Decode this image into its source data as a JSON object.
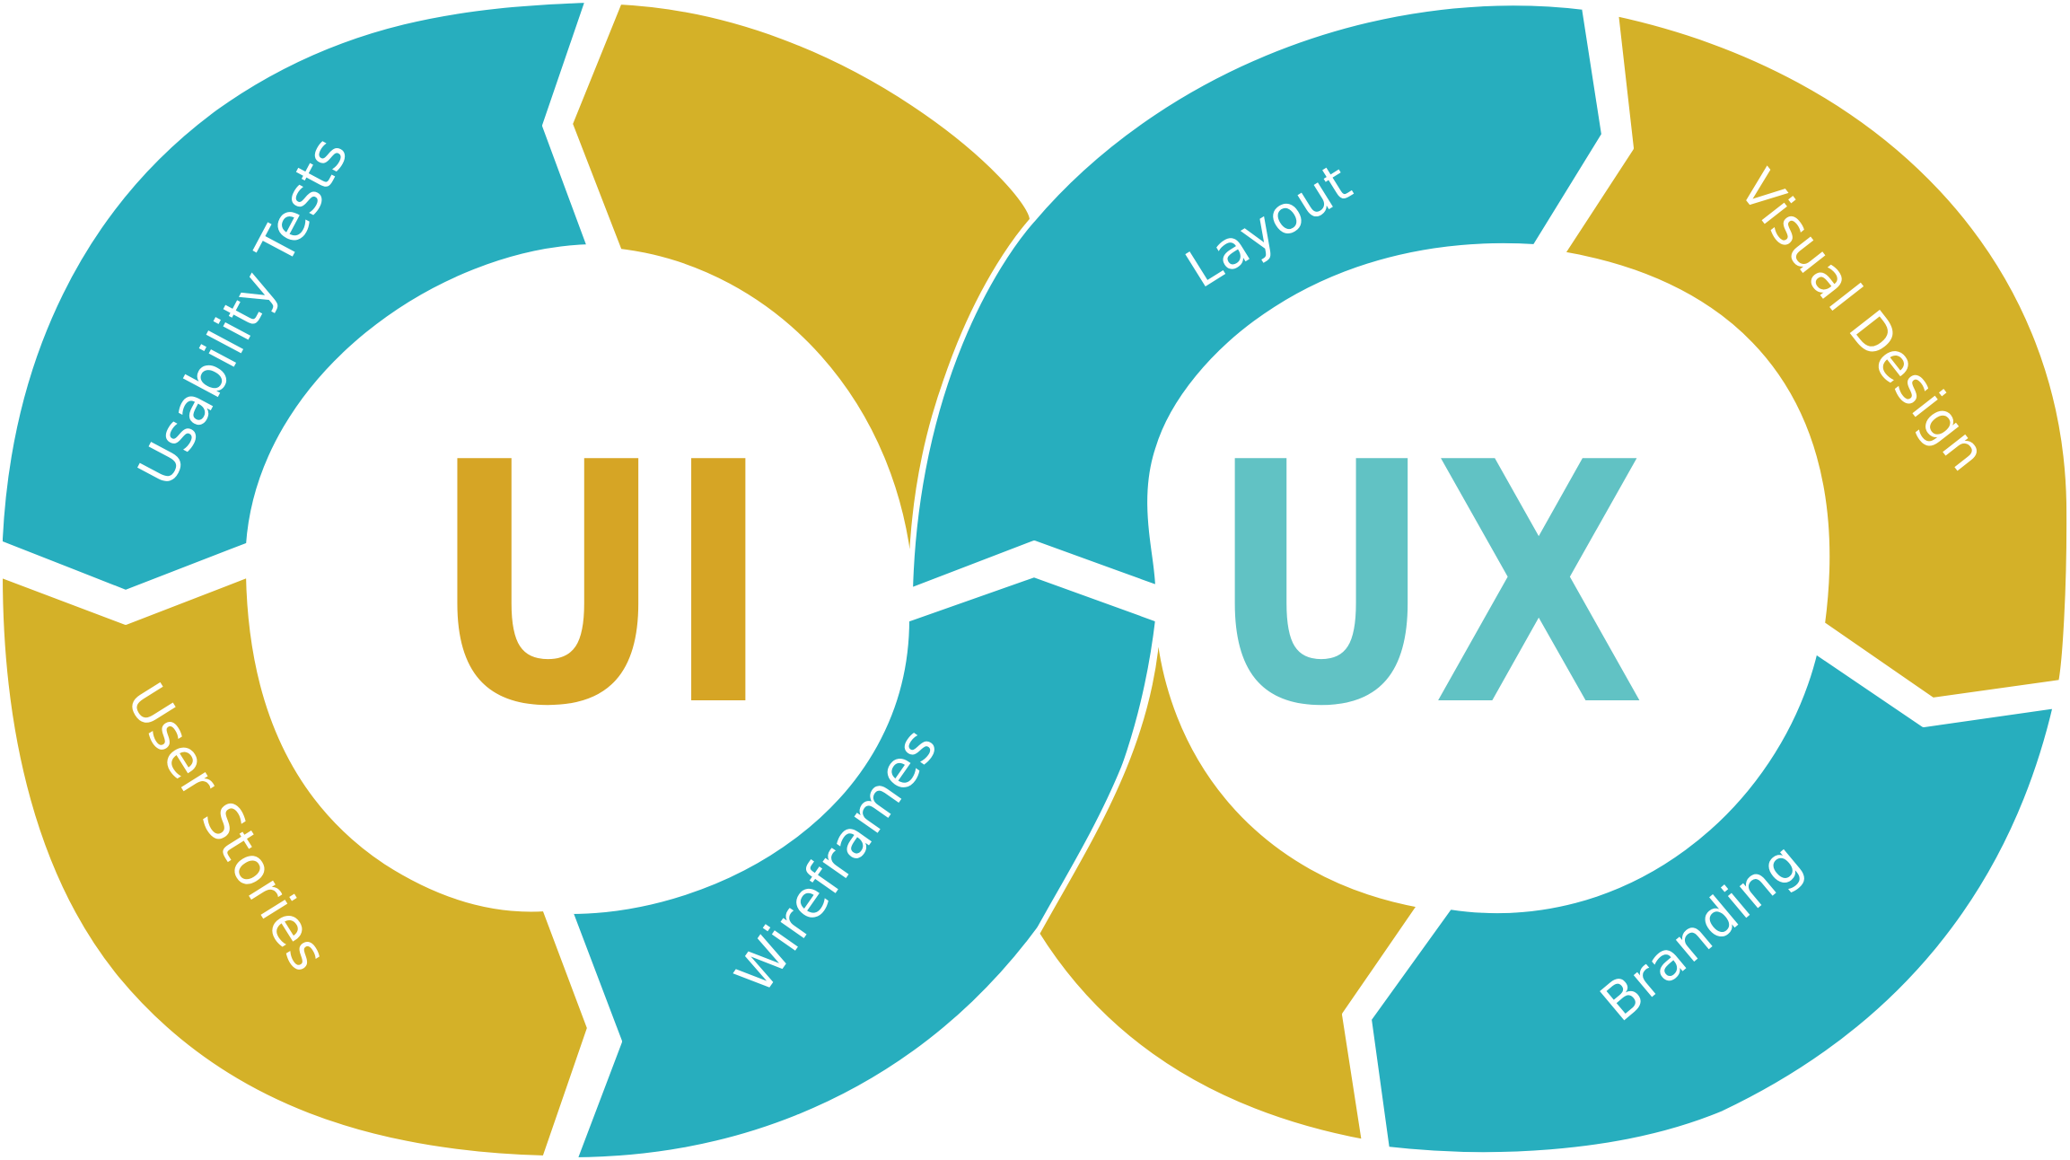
{
  "colors": {
    "teal": "#27AEBE",
    "gold": "#D4B128",
    "ui_letters": "#D6A525",
    "ux_letters": "#61C2C4",
    "label_text": "#FFFFFF",
    "background": "#FFFFFF"
  },
  "left_ring": {
    "center_text": "UI",
    "segments": [
      {
        "label": "Usability Tests",
        "color": "teal"
      },
      {
        "label": "User Stories",
        "color": "gold"
      },
      {
        "label": "Wireframes",
        "color": "teal"
      },
      {
        "label": "",
        "color": "gold"
      }
    ]
  },
  "right_ring": {
    "center_text": "UX",
    "segments": [
      {
        "label": "Layout",
        "color": "teal"
      },
      {
        "label": "Visual Design",
        "color": "gold"
      },
      {
        "label": "Branding",
        "color": "teal"
      },
      {
        "label": "",
        "color": "gold"
      }
    ]
  }
}
